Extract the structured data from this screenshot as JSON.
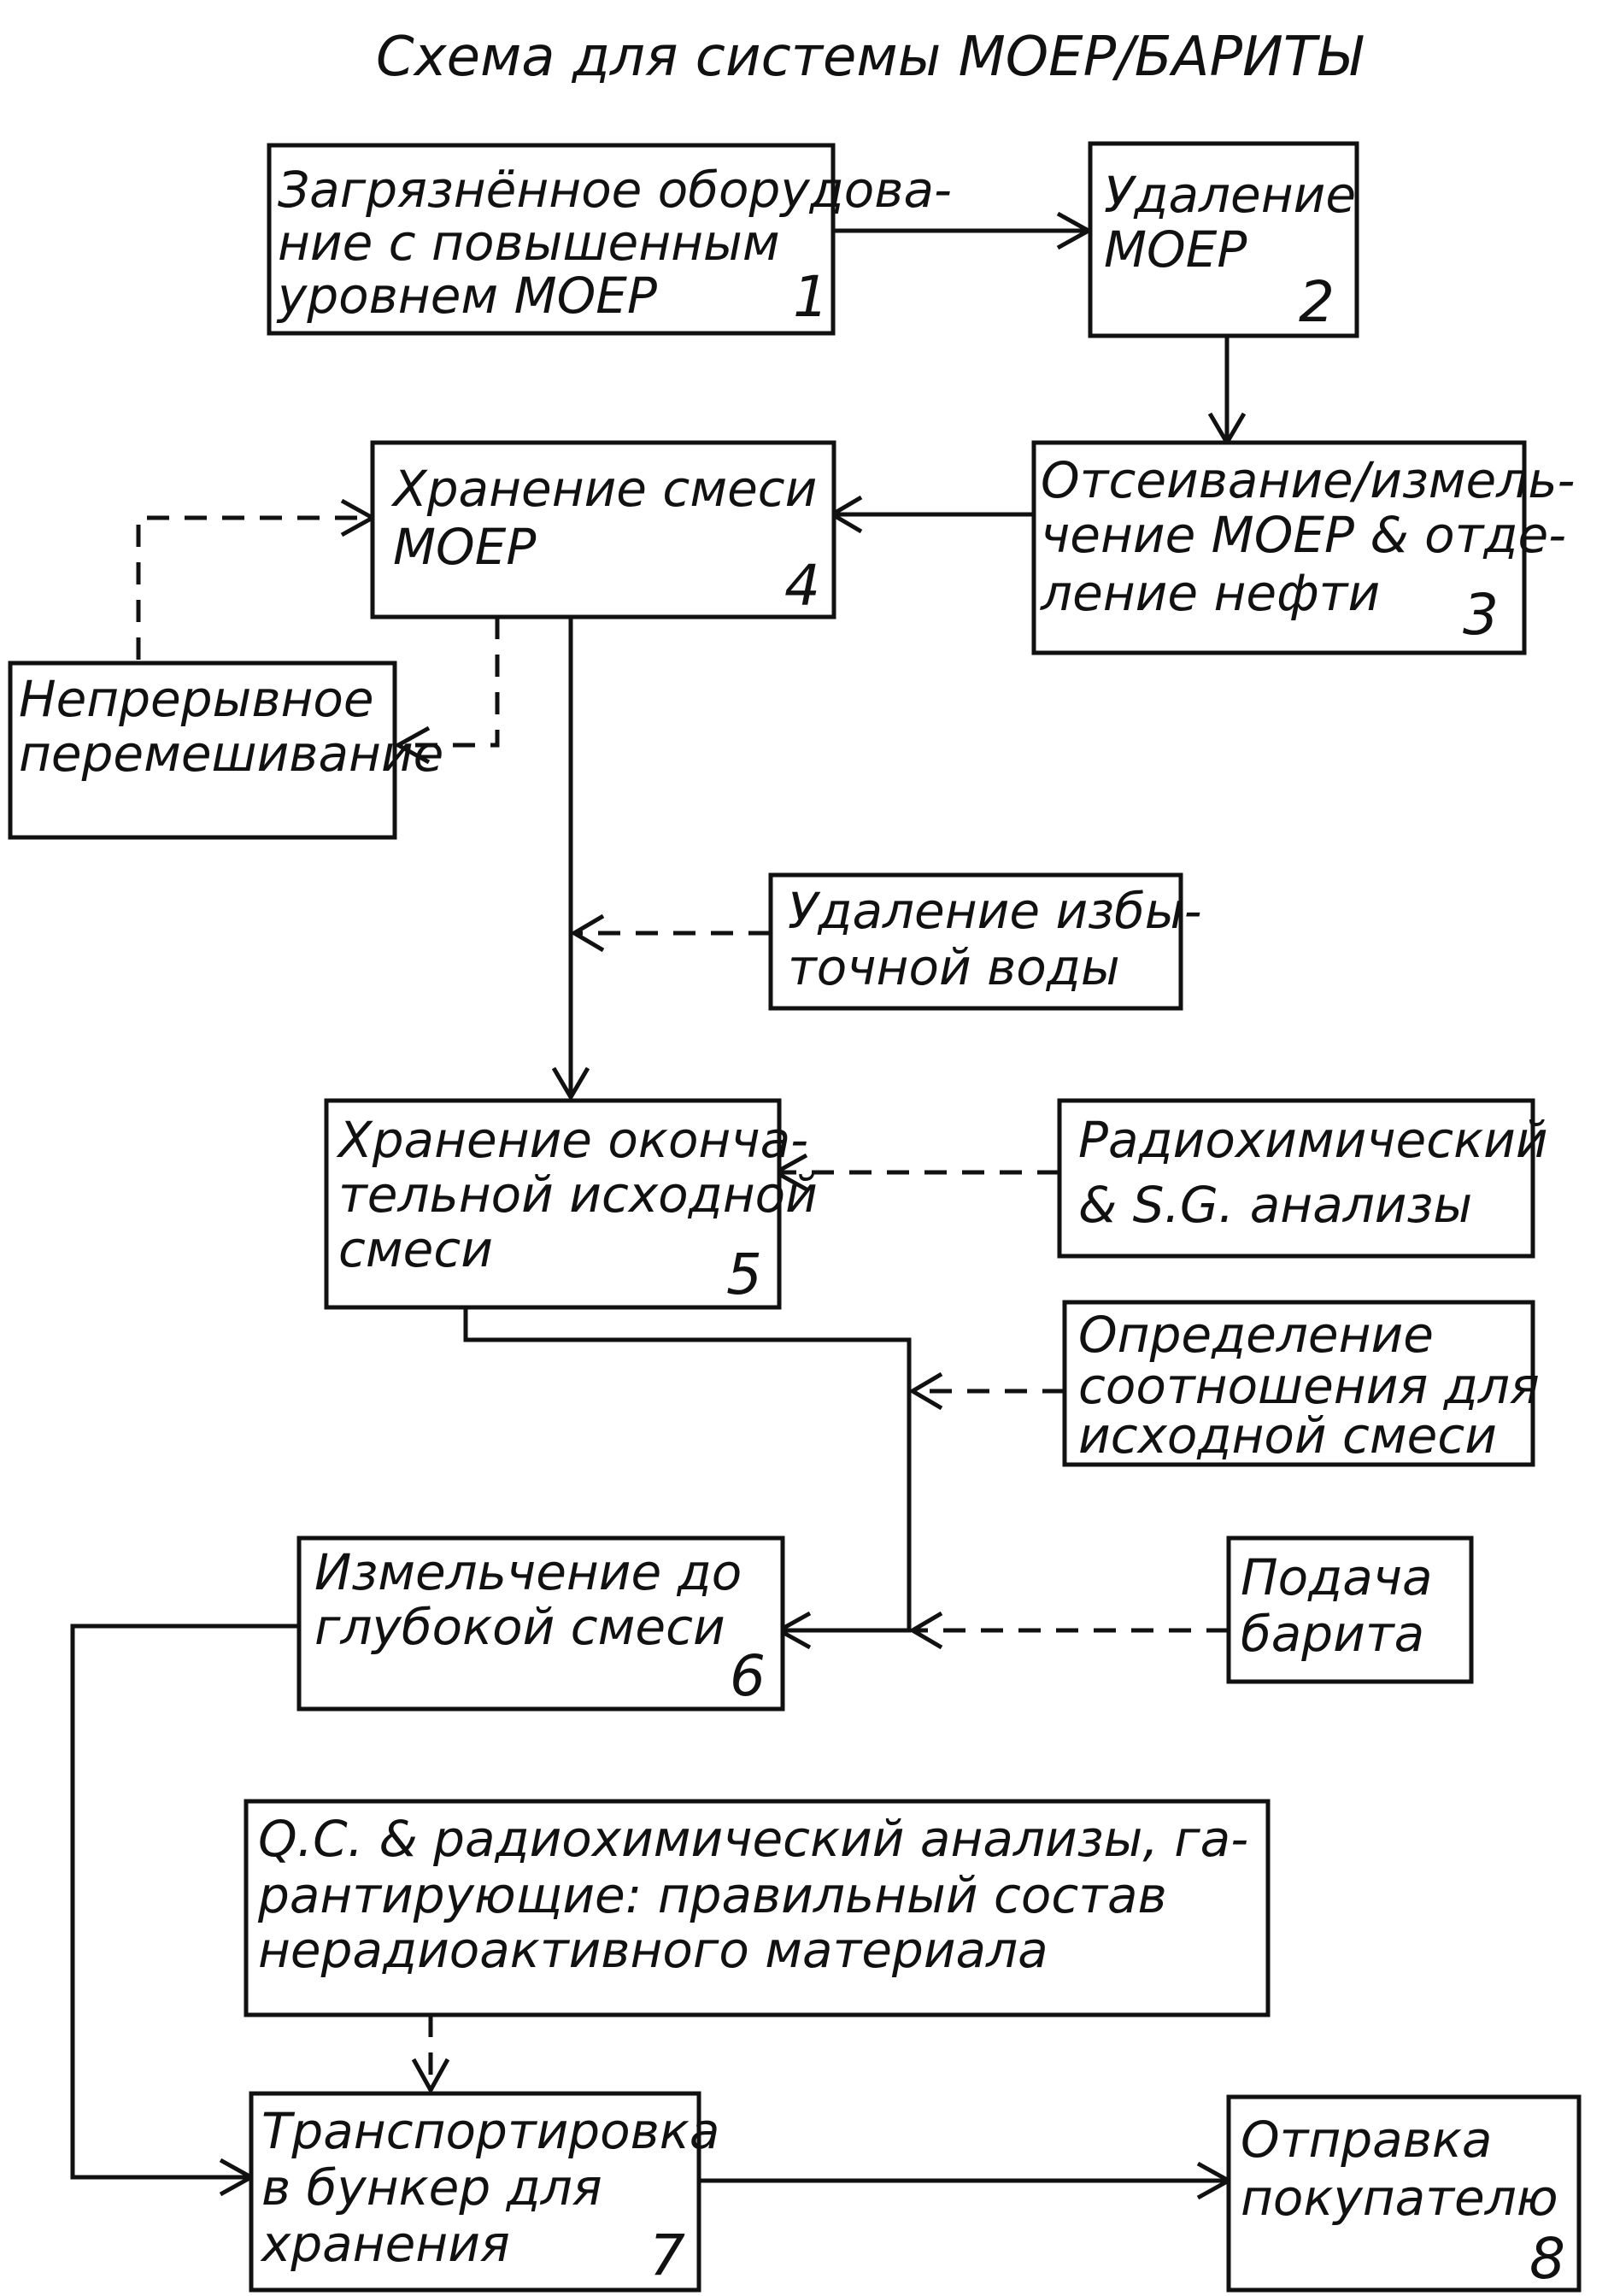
{
  "title": "Схема для системы МОЕР/БАРИТЫ",
  "boxes": {
    "b1": {
      "lines": [
        "Загрязнённое оборудова-",
        "ние с повышенным",
        "уровнем МОЕР"
      ],
      "number": "1"
    },
    "b2": {
      "lines": [
        "Удаление",
        "МОЕР"
      ],
      "number": "2"
    },
    "b3": {
      "lines": [
        "Отсеивание/измель-",
        "чение МОЕР & отде-",
        "ление нефти"
      ],
      "number": "3"
    },
    "b4": {
      "lines": [
        "Хранение смеси",
        "МОЕР"
      ],
      "number": "4"
    },
    "mix": {
      "lines": [
        "Непрерывное",
        "перемешивание"
      ]
    },
    "water": {
      "lines": [
        "Удаление избы-",
        "точной воды"
      ]
    },
    "b5": {
      "lines": [
        "Хранение оконча-",
        "тельной исходной",
        "смеси"
      ],
      "number": "5"
    },
    "radio": {
      "lines": [
        "Радиохимический",
        "& S.G. анализы"
      ]
    },
    "ratio": {
      "lines": [
        "Определение",
        "соотношения для",
        "исходной смеси"
      ]
    },
    "b6": {
      "lines": [
        "Измельчение до",
        "глубокой смеси"
      ],
      "number": "6"
    },
    "barite": {
      "lines": [
        "Подача",
        "барита"
      ]
    },
    "qc": {
      "lines": [
        "Q.C. & радиохимический анализы, га-",
        "рантирующие: правильный состав",
        "нерадиоактивного материала"
      ]
    },
    "b7": {
      "lines": [
        "Транспортировка",
        "в бункер для",
        "хранения"
      ],
      "number": "7"
    },
    "b8": {
      "lines": [
        "Отправка",
        "покупателю"
      ],
      "number": "8"
    }
  }
}
